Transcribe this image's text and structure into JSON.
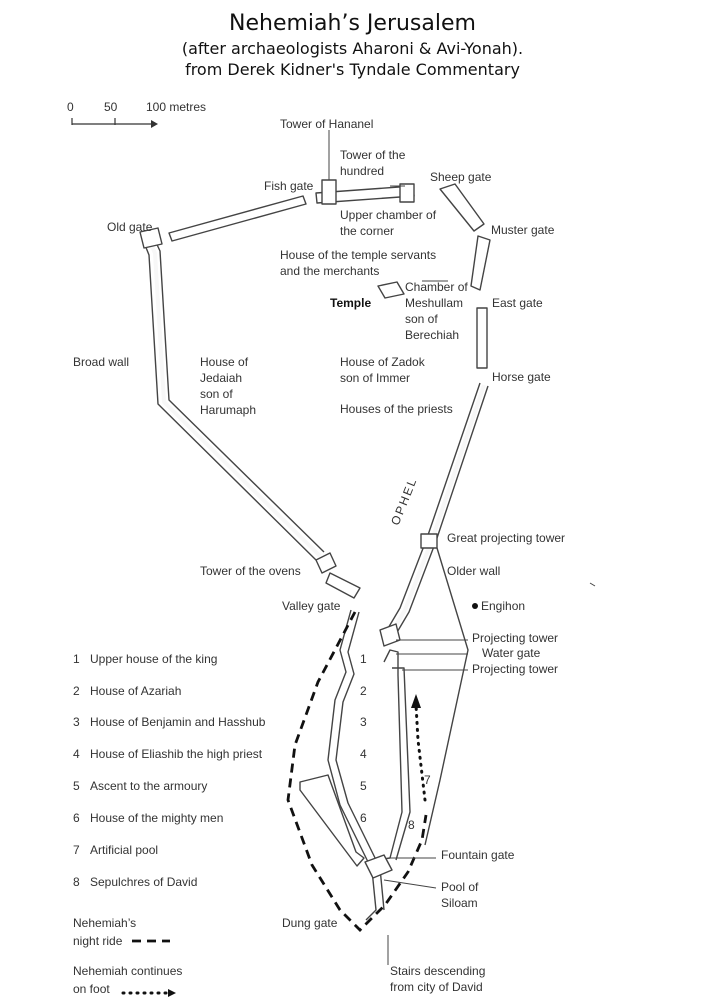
{
  "title": "Nehemiah’s Jerusalem",
  "subtitle": "(after archaeologists Aharoni & Avi-Yonah).",
  "source": "from Derek Kidner's Tyndale Commentary",
  "scale": {
    "ticks": [
      "0",
      "50",
      "100 metres"
    ]
  },
  "places": {
    "tower_hananel": "Tower of Hananel",
    "tower_hundred_1": "Tower of the",
    "tower_hundred_2": "hundred",
    "fish_gate": "Fish gate",
    "sheep_gate": "Sheep gate",
    "upper_chamber_1": "Upper chamber of",
    "upper_chamber_2": "the corner",
    "old_gate": "Old gate",
    "muster_gate": "Muster gate",
    "temple_servants_1": "House of the temple servants",
    "temple_servants_2": "and the merchants",
    "temple": "Temple",
    "meshullam_1": "Chamber of",
    "meshullam_2": "Meshullam",
    "meshullam_3": "son of",
    "meshullam_4": "Berechiah",
    "east_gate": "East gate",
    "broad_wall": "Broad wall",
    "jedaiah_1": "House of",
    "jedaiah_2": "Jedaiah",
    "jedaiah_3": "son of",
    "jedaiah_4": "Harumaph",
    "zadok_1": "House of Zadok",
    "zadok_2": "son of Immer",
    "horse_gate": "Horse gate",
    "priests": "Houses of the priests",
    "ophel": "OPHEL",
    "great_tower": "Great projecting tower",
    "tower_ovens": "Tower of the ovens",
    "older_wall": "Older wall",
    "engihon": "Engihon",
    "valley_gate": "Valley gate",
    "projecting_tower_a": "Projecting tower",
    "water_gate": "Water gate",
    "projecting_tower_b": "Projecting tower",
    "fountain_gate": "Fountain gate",
    "pool_siloam_1": "Pool of",
    "pool_siloam_2": "Siloam",
    "dung_gate": "Dung gate",
    "stairs_1": "Stairs descending",
    "stairs_2": "from city of David"
  },
  "numbers_on_map": [
    "1",
    "2",
    "3",
    "4",
    "5",
    "6",
    "7",
    "8"
  ],
  "key": [
    {
      "num": "1",
      "text": "Upper house of the king"
    },
    {
      "num": "2",
      "text": "House of Azariah"
    },
    {
      "num": "3",
      "text": "House of Benjamin and Hasshub"
    },
    {
      "num": "4",
      "text": "House of Eliashib the high priest"
    },
    {
      "num": "5",
      "text": "Ascent to the armoury"
    },
    {
      "num": "6",
      "text": "House of the mighty men"
    },
    {
      "num": "7",
      "text": "Artificial pool"
    },
    {
      "num": "8",
      "text": "Sepulchres of David"
    }
  ],
  "legend": {
    "night_ride_1": "Nehemiah’s",
    "night_ride_2": "night ride",
    "foot_1": "Nehemiah continues",
    "foot_2": "on foot"
  }
}
